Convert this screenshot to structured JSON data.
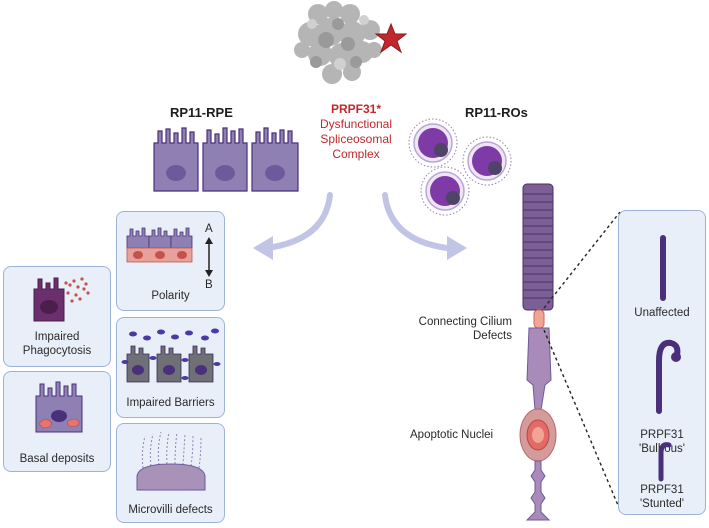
{
  "left_title": "RP11-RPE",
  "right_title": "RP11-ROs",
  "center": {
    "gene": "PRPF31*",
    "line1": "Dysfunctional",
    "line2": "Spliceosomal",
    "line3": "Complex"
  },
  "panels": {
    "polarity": "Polarity",
    "polarity_apical": "A",
    "polarity_basal": "B",
    "phagocytosis_line1": "Impaired",
    "phagocytosis_line2": "Phagocytosis",
    "basal": "Basal deposits",
    "barriers": "Impaired Barriers",
    "microvilli": "Microvilli defects"
  },
  "ro_labels": {
    "cilium_line1": "Connecting Cilium",
    "cilium_line2": "Defects",
    "apoptotic": "Apoptotic Nuclei"
  },
  "cilium_panel": {
    "unaffected": "Unaffected",
    "bulbous_line1": "PRPF31",
    "bulbous_line2": "'Bulbous'",
    "stunted_line1": "PRPF31",
    "stunted_line2": "'Stunted'"
  },
  "colors": {
    "panel_border": "#9db3d6",
    "panel_fill": "#e9eff9",
    "cell_purple": "#8f80b4",
    "dark_purple": "#4a2f7a",
    "accent_red": "#c0282d",
    "arrow": "#c2c4e6"
  }
}
